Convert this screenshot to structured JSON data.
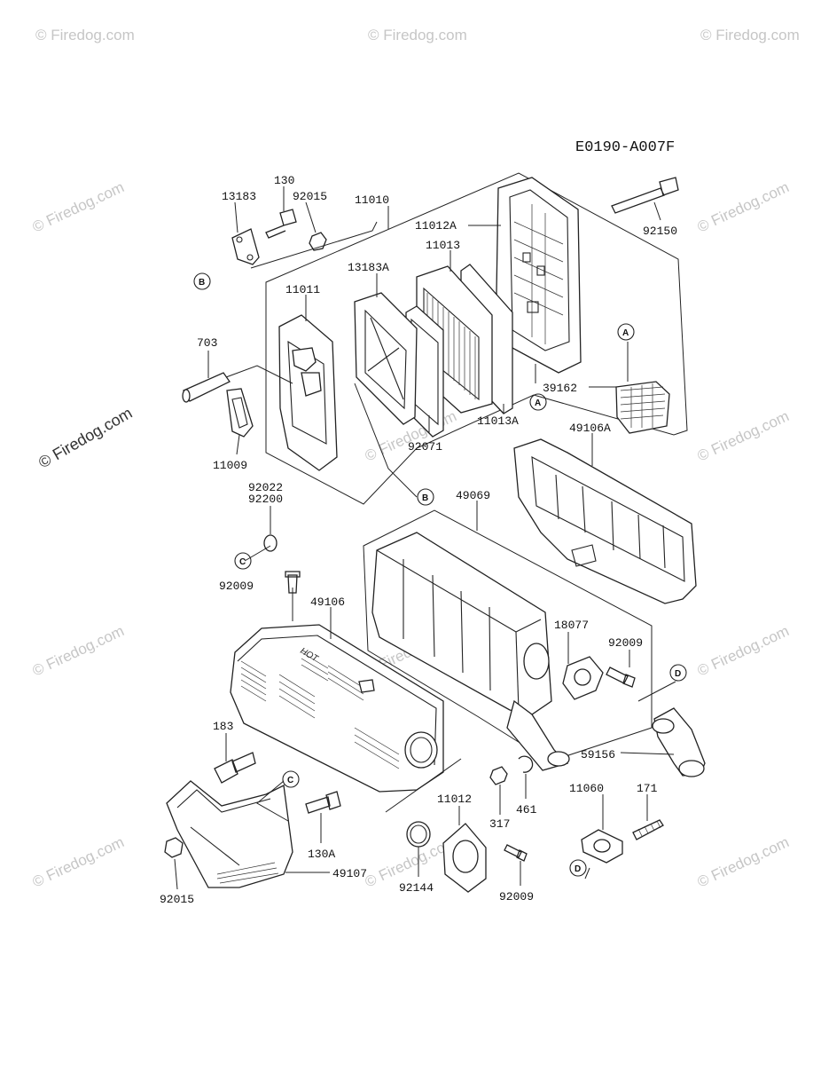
{
  "reference": "E0190-A007F",
  "watermark": "© Firedog.com",
  "part_labels": {
    "p13183": "13183",
    "p130": "130",
    "p92015a": "92015",
    "p11010": "11010",
    "p11012A": "11012A",
    "p11013": "11013",
    "p92150": "92150",
    "p13183A": "13183A",
    "p11011": "11011",
    "p703": "703",
    "p39162": "39162",
    "p11009": "11009",
    "p92071": "92071",
    "p11013A": "11013A",
    "p49106A": "49106A",
    "p92022": "92022",
    "p92200": "92200",
    "p49069": "49069",
    "p92009a": "92009",
    "p49106": "49106",
    "p18077": "18077",
    "p92009b": "92009",
    "p183": "183",
    "p59156": "59156",
    "p11012": "11012",
    "p11060": "11060",
    "p171": "171",
    "p461": "461",
    "p317": "317",
    "p130A": "130A",
    "p92144": "92144",
    "p92009c": "92009",
    "p49107": "49107",
    "p92015b": "92015"
  },
  "callouts": {
    "A": "A",
    "B": "B",
    "C": "C",
    "D": "D"
  },
  "hot_label": "HOT"
}
